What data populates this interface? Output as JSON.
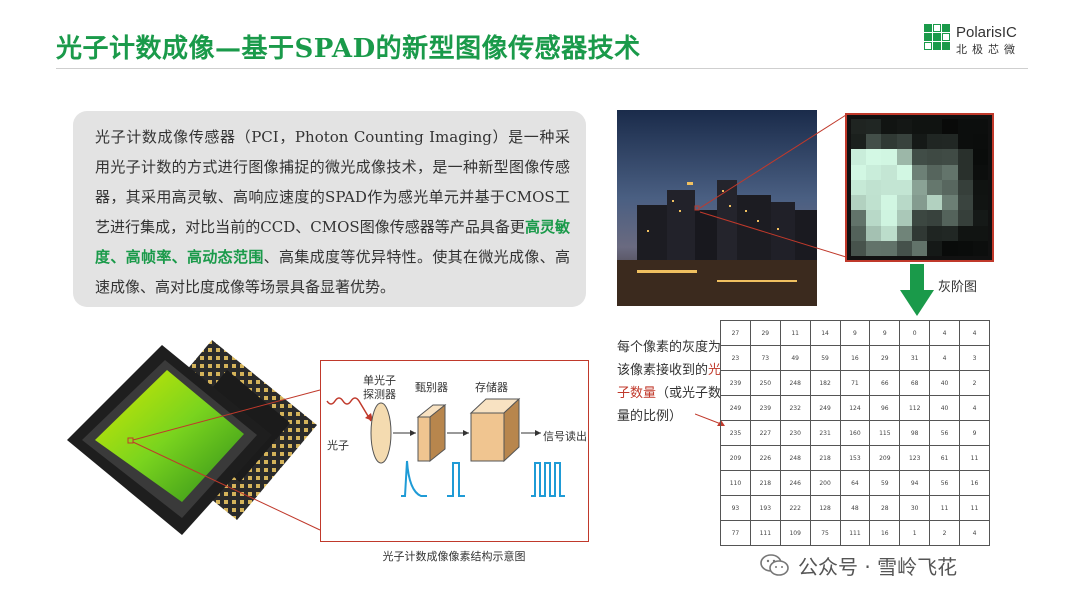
{
  "header": {
    "title": "光子计数成像—基于SPAD的新型图像传感器技术",
    "logo_en": "PolarisIC",
    "logo_cn": "北极芯微"
  },
  "description": {
    "part1": "光子计数成像传感器（PCI，Photon Counting Imaging）是一种采用光子计数的方式进行图像捕捉的微光成像技术，是一种新型图像传感器，其采用高灵敏、高响应速度的SPAD作为感光单元并基于CMOS工艺进行集成，对比当前的CCD、CMOS图像传感器等产品具备更",
    "highlight": "高灵敏度、高帧率、高动态范围",
    "part2": "、高集成度等优异特性。使其在微光成像、高速成像、高对比度成像等场景具备显著优势。"
  },
  "diagram": {
    "spad_label_1": "单光子",
    "spad_label_2": "探测器",
    "discriminator_label": "甄别器",
    "memory_label": "存储器",
    "photon_label": "光子",
    "readout_label": "信号读出",
    "caption": "光子计数成像像素结构示意图"
  },
  "grayscale_label": "灰阶图",
  "note": {
    "part1": "每个像素的灰度为该像素接收到的",
    "red": "光子数量",
    "part2": "（或光子数量的比例）"
  },
  "pixel_table": [
    [
      "27",
      "29",
      "11",
      "14",
      "9",
      "9",
      "0",
      "4",
      "4"
    ],
    [
      "23",
      "73",
      "49",
      "59",
      "16",
      "29",
      "31",
      "4",
      "3"
    ],
    [
      "239",
      "250",
      "248",
      "182",
      "71",
      "66",
      "68",
      "40",
      "2"
    ],
    [
      "249",
      "239",
      "232",
      "249",
      "124",
      "96",
      "112",
      "40",
      "4"
    ],
    [
      "235",
      "227",
      "230",
      "231",
      "160",
      "115",
      "98",
      "56",
      "9"
    ],
    [
      "209",
      "226",
      "248",
      "218",
      "153",
      "209",
      "123",
      "61",
      "11"
    ],
    [
      "110",
      "218",
      "246",
      "200",
      "64",
      "59",
      "94",
      "56",
      "16"
    ],
    [
      "93",
      "193",
      "222",
      "128",
      "48",
      "28",
      "30",
      "11",
      "11"
    ],
    [
      "77",
      "111",
      "109",
      "75",
      "111",
      "16",
      "1",
      "2",
      "4"
    ]
  ],
  "watermark": "公众号 · 雪岭飞花",
  "colors": {
    "accent": "#1a9a4a",
    "red": "#c0392b"
  }
}
